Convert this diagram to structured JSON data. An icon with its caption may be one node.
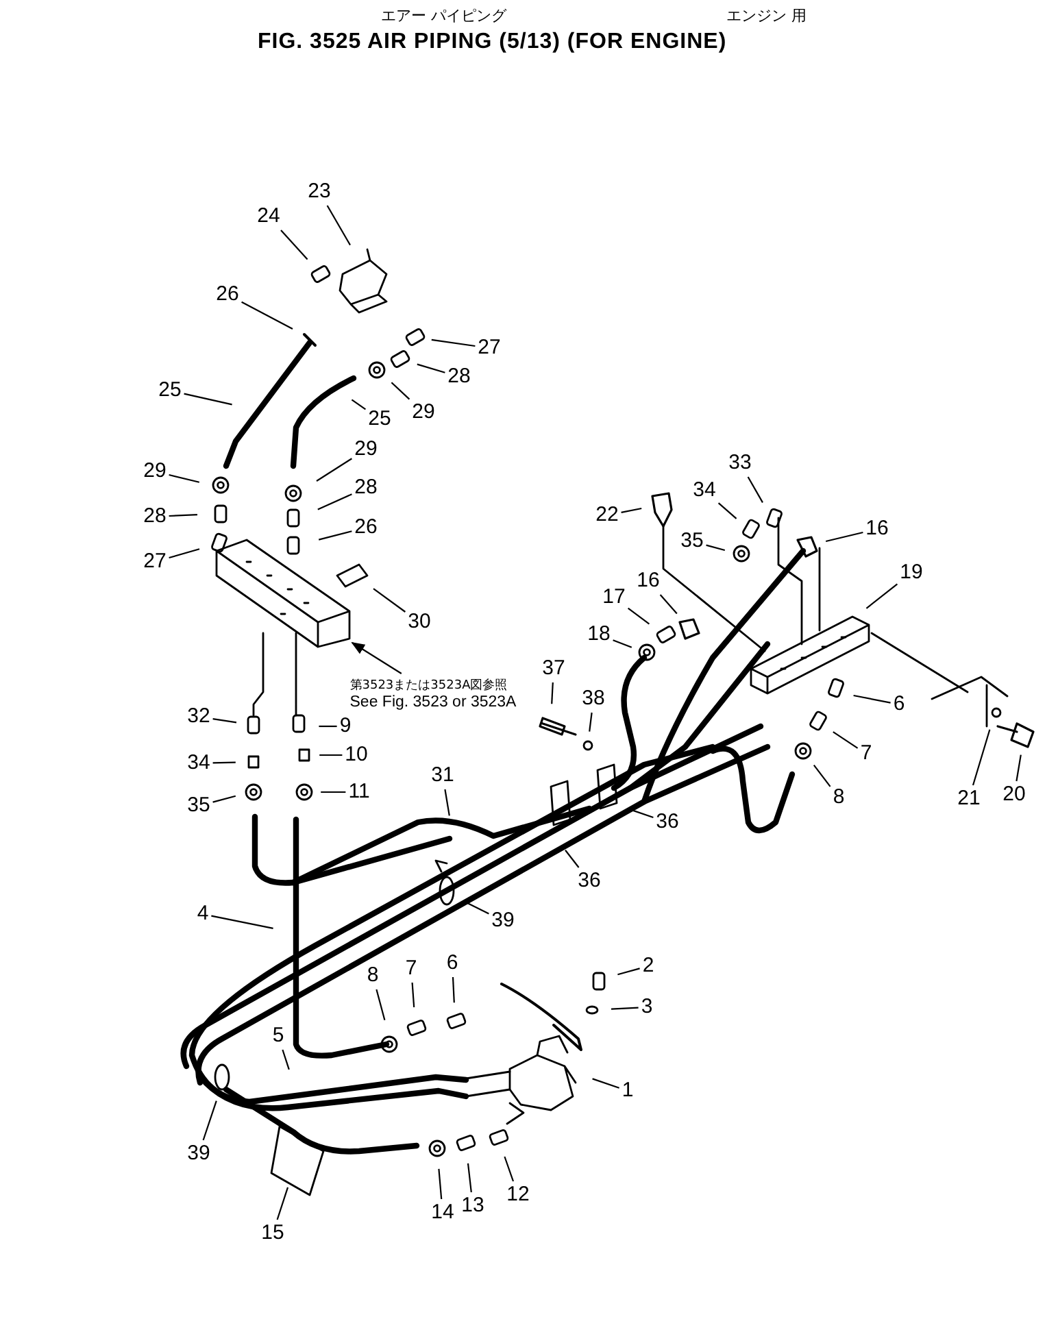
{
  "diagram": {
    "title": "FIG. 3525 AIR PIPING (5/13) (FOR ENGINE)",
    "nodes": [
      {
        "text": [
          "23"
        ]
      },
      {
        "text": [
          "24"
        ]
      },
      {
        "text": [
          "26"
        ]
      },
      {
        "text": [
          "27"
        ]
      },
      {
        "text": [
          "28"
        ]
      },
      {
        "text": [
          "29"
        ]
      },
      {
        "text": [
          "25"
        ]
      },
      {
        "text": [
          "25"
        ]
      },
      {
        "text": [
          "29"
        ]
      },
      {
        "text": [
          "29"
        ]
      },
      {
        "text": [
          "28"
        ]
      },
      {
        "text": [
          "28"
        ]
      },
      {
        "text": [
          "27"
        ]
      },
      {
        "text": [
          "26"
        ]
      },
      {
        "text": [
          "30"
        ]
      },
      {
        "text": [
          "22"
        ]
      },
      {
        "text": [
          "33"
        ]
      },
      {
        "text": [
          "34"
        ]
      },
      {
        "text": [
          "35"
        ]
      },
      {
        "text": [
          "16"
        ]
      },
      {
        "text": [
          "16"
        ]
      },
      {
        "text": [
          "17"
        ]
      },
      {
        "text": [
          "18"
        ]
      },
      {
        "text": [
          "19"
        ]
      },
      {
        "text": [
          "37"
        ]
      },
      {
        "text": [
          "38"
        ]
      },
      {
        "text": [
          "6"
        ]
      },
      {
        "text": [
          "7"
        ]
      },
      {
        "text": [
          "8"
        ]
      },
      {
        "text": [
          "21"
        ]
      },
      {
        "text": [
          "20"
        ]
      },
      {
        "text": [
          "32"
        ]
      },
      {
        "text": [
          "9"
        ]
      },
      {
        "text": [
          "34"
        ]
      },
      {
        "text": [
          "10"
        ]
      },
      {
        "text": [
          "35"
        ]
      },
      {
        "text": [
          "11"
        ]
      },
      {
        "text": [
          "31"
        ]
      },
      {
        "text": [
          "36"
        ]
      },
      {
        "text": [
          "36"
        ]
      },
      {
        "text": [
          "39"
        ]
      },
      {
        "text": [
          "4"
        ]
      },
      {
        "text": [
          "8"
        ]
      },
      {
        "text": [
          "7"
        ]
      },
      {
        "text": [
          "6"
        ]
      },
      {
        "text": [
          "2"
        ]
      },
      {
        "text": [
          "3"
        ]
      },
      {
        "text": [
          "5"
        ]
      },
      {
        "text": [
          "1"
        ]
      },
      {
        "text": [
          "39"
        ]
      },
      {
        "text": [
          "12"
        ]
      },
      {
        "text": [
          "13"
        ]
      },
      {
        "text": [
          "14"
        ]
      },
      {
        "text": [
          "15"
        ]
      },
      {
        "text": [
          "第3523または3523A図参照",
          "See Fig. 3523 or 3523A"
        ]
      }
    ],
    "edges": [
      {
        "from": 0,
        "to": null,
        "arrow": "none"
      },
      {
        "from": 1,
        "to": null,
        "arrow": "none"
      },
      {
        "from": 2,
        "to": null,
        "arrow": "none"
      },
      {
        "from": 3,
        "to": null,
        "arrow": "none"
      },
      {
        "from": 4,
        "to": null,
        "arrow": "none"
      },
      {
        "from": 5,
        "to": null,
        "arrow": "none"
      },
      {
        "from": 6,
        "to": null,
        "arrow": "none"
      },
      {
        "from": 7,
        "to": null,
        "arrow": "none"
      },
      {
        "from": 8,
        "to": null,
        "arrow": "none"
      },
      {
        "from": 9,
        "to": null,
        "arrow": "none"
      },
      {
        "from": 10,
        "to": null,
        "arrow": "none"
      },
      {
        "from": 11,
        "to": null,
        "arrow": "none"
      },
      {
        "from": 12,
        "to": null,
        "arrow": "none"
      },
      {
        "from": 13,
        "to": null,
        "arrow": "none"
      },
      {
        "from": 14,
        "to": null,
        "arrow": "none"
      },
      {
        "from": 15,
        "to": null,
        "arrow": "none"
      },
      {
        "from": 16,
        "to": null,
        "arrow": "none"
      },
      {
        "from": 17,
        "to": null,
        "arrow": "none"
      },
      {
        "from": 18,
        "to": null,
        "arrow": "none"
      },
      {
        "from": 19,
        "to": null,
        "arrow": "none"
      },
      {
        "from": 20,
        "to": null,
        "arrow": "none"
      },
      {
        "from": 21,
        "to": null,
        "arrow": "none"
      },
      {
        "from": 22,
        "to": null,
        "arrow": "none"
      },
      {
        "from": 23,
        "to": null,
        "arrow": "none"
      },
      {
        "from": 24,
        "to": null,
        "arrow": "none"
      },
      {
        "from": 25,
        "to": null,
        "arrow": "none"
      },
      {
        "from": 26,
        "to": null,
        "arrow": "none"
      },
      {
        "from": 27,
        "to": null,
        "arrow": "none"
      },
      {
        "from": 28,
        "to": null,
        "arrow": "none"
      },
      {
        "from": 29,
        "to": null,
        "arrow": "none"
      },
      {
        "from": 30,
        "to": null,
        "arrow": "none"
      },
      {
        "from": 31,
        "to": null,
        "arrow": "none"
      },
      {
        "from": 32,
        "to": null,
        "arrow": "none"
      },
      {
        "from": 33,
        "to": null,
        "arrow": "none"
      },
      {
        "from": 34,
        "to": null,
        "arrow": "none"
      },
      {
        "from": 35,
        "to": null,
        "arrow": "none"
      },
      {
        "from": 36,
        "to": null,
        "arrow": "none"
      },
      {
        "from": 37,
        "to": null,
        "arrow": "none"
      },
      {
        "from": 38,
        "to": null,
        "arrow": "none"
      },
      {
        "from": 39,
        "to": null,
        "arrow": "none"
      },
      {
        "from": 40,
        "to": null,
        "arrow": "none"
      },
      {
        "from": 41,
        "to": null,
        "arrow": "none"
      },
      {
        "from": 42,
        "to": null,
        "arrow": "none"
      },
      {
        "from": 43,
        "to": null,
        "arrow": "none"
      },
      {
        "from": 44,
        "to": null,
        "arrow": "none"
      },
      {
        "from": 45,
        "to": null,
        "arrow": "none"
      },
      {
        "from": 46,
        "to": null,
        "arrow": "none"
      },
      {
        "from": 47,
        "to": null,
        "arrow": "none"
      },
      {
        "from": 48,
        "to": null,
        "arrow": "none"
      },
      {
        "from": 49,
        "to": null,
        "arrow": "none"
      },
      {
        "from": 50,
        "to": null,
        "arrow": "none"
      },
      {
        "from": 51,
        "to": null,
        "arrow": "none"
      },
      {
        "from": 52,
        "to": null,
        "arrow": "none"
      },
      {
        "from": 53,
        "to": null,
        "arrow": "none"
      },
      {
        "from": 54,
        "to": null,
        "arrow": "to"
      }
    ],
    "labels": [
      "エアー パイピング",
      "エンジン 用"
    ]
  }
}
